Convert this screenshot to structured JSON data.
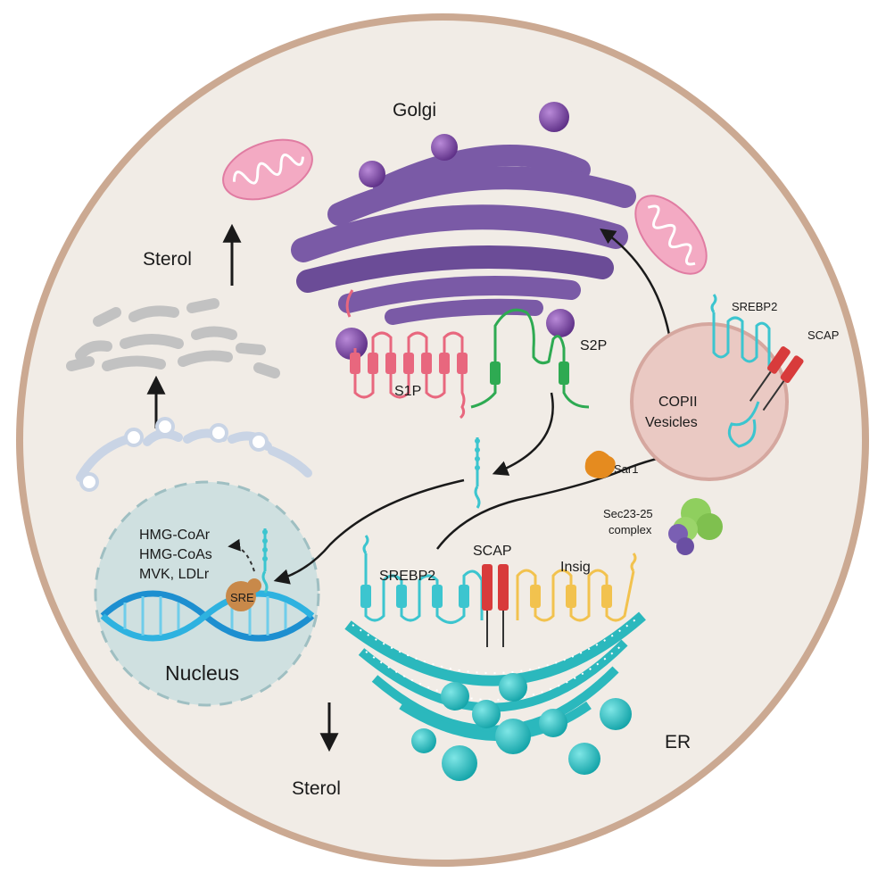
{
  "labels": {
    "golgi": "Golgi",
    "sterol_top": "Sterol",
    "sterol_bottom": "Sterol",
    "s1p": "S1P",
    "s2p": "S2P",
    "srebp2_vesicle": "SREBP2",
    "scap_vesicle": "SCAP",
    "copii_line1": "COPII",
    "copii_line2": "Vesicles",
    "sar1": "Sar1",
    "sec_line1": "Sec23-25",
    "sec_line2": "complex",
    "srebp2_er": "SREBP2",
    "scap_er": "SCAP",
    "insig": "Insig",
    "er": "ER",
    "nucleus": "Nucleus",
    "sre": "SRE",
    "genes": [
      "HMG-CoAr",
      "HMG-CoAs",
      "MVK, LDLr"
    ]
  },
  "colors": {
    "cell_fill": "#f1ece6",
    "cell_border": "#c9a88c",
    "golgi": "#7a5aa6",
    "golgi_dark": "#4e3478",
    "mito": "#f3aac3",
    "er": "#2bb8bd",
    "srebp2": "#3cc5cf",
    "scap": "#d83b3b",
    "insig": "#f2c24e",
    "s1p": "#e8677e",
    "s2p": "#2eaa52",
    "vesicle": "#eac9c3",
    "sar1": "#e58b1f",
    "sec_green": "#8fcf5e",
    "sec_purple": "#7a5fb3",
    "nucleus": "#cfe0e0",
    "dna": "#2eb2e0",
    "sre": "#c8894a"
  },
  "icons": [
    "mitochondrion-icon",
    "golgi-icon",
    "er-icon",
    "nucleus-icon",
    "dna-helix-icon",
    "vesicle-icon",
    "arrow-icon"
  ]
}
